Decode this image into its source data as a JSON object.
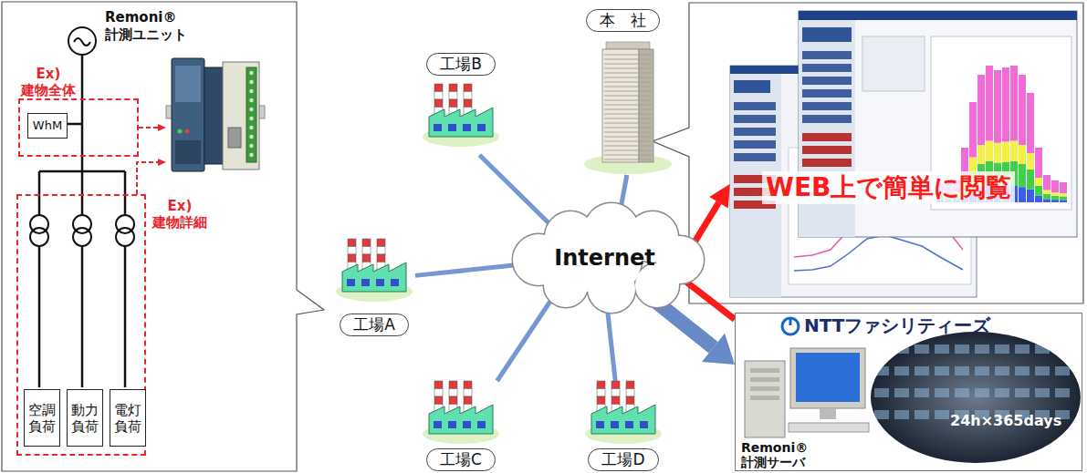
{
  "diagram": {
    "nodes": [
      {
        "text": [
          "Ex) 建物全体"
        ]
      },
      {
        "text": [
          "WhM"
        ],
        "in": 0
      },
      {
        "text": [
          "Ex) 建物詳細"
        ]
      },
      {
        "text": [
          "空調負荷"
        ],
        "in": 2
      },
      {
        "text": [
          "動力負荷"
        ],
        "in": 2
      },
      {
        "text": [
          "電灯負荷"
        ],
        "in": 2
      },
      {
        "text": [
          "Remoni® 計測ユニット"
        ]
      },
      {
        "text": [
          "工場B"
        ]
      },
      {
        "text": [
          "本　社"
        ]
      },
      {
        "text": [
          "工場A"
        ]
      },
      {
        "text": [
          "Internet"
        ]
      },
      {
        "text": [
          "工場C"
        ]
      },
      {
        "text": [
          "工場D"
        ]
      },
      {
        "text": [
          "WEB上で簡単に閲覧"
        ]
      },
      {
        "text": [
          "NTTファシリティーズ",
          "24h×365days",
          "Remoni® 計測サーバ"
        ]
      }
    ],
    "edges": [
      {
        "from": 0,
        "to": 6,
        "arrow": "to"
      },
      {
        "from": 2,
        "to": 6,
        "arrow": "to"
      },
      {
        "from": 7,
        "to": 10,
        "arrow": "none"
      },
      {
        "from": 8,
        "to": 10,
        "arrow": "none"
      },
      {
        "from": 9,
        "to": 10,
        "arrow": "none"
      },
      {
        "from": 11,
        "to": 10,
        "arrow": "none"
      },
      {
        "from": 12,
        "to": 10,
        "arrow": "none"
      },
      {
        "from": 10,
        "to": 14,
        "arrow": "to"
      },
      {
        "from": 14,
        "to": 13,
        "arrow": "to"
      }
    ]
  }
}
